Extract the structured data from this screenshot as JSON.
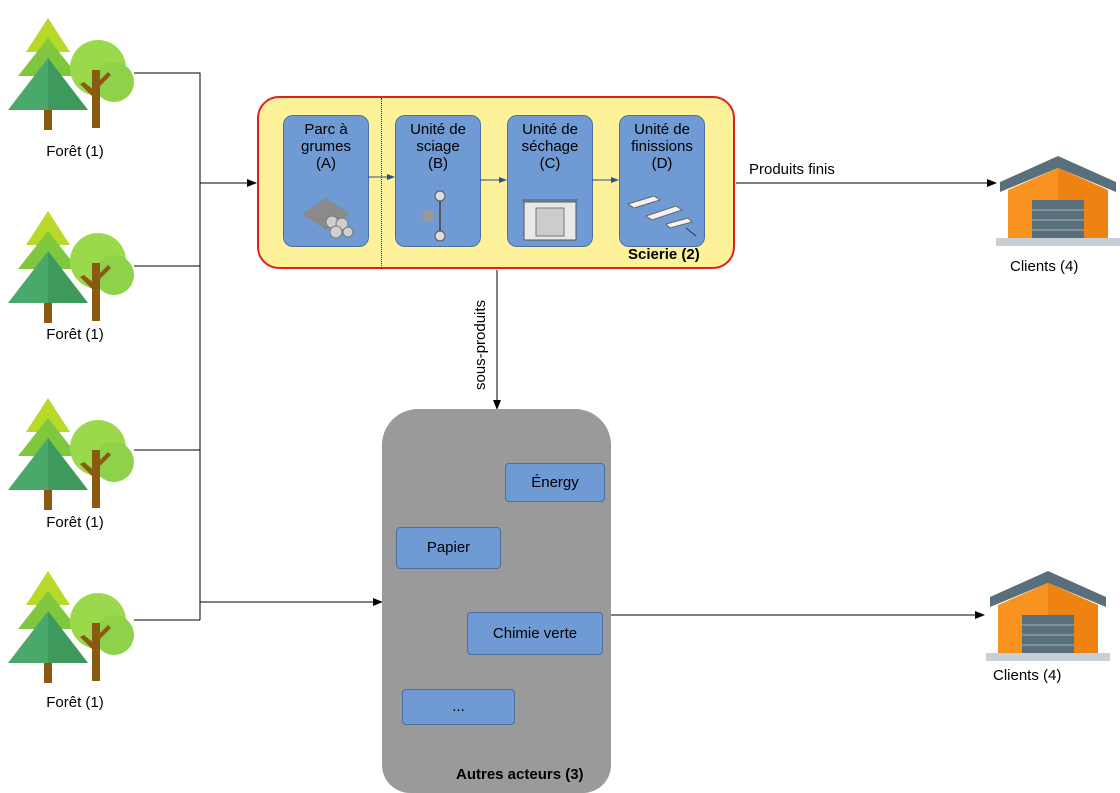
{
  "forests": [
    {
      "label": "Forêt (1)"
    },
    {
      "label": "Forêt (1)"
    },
    {
      "label": "Forêt (1)"
    },
    {
      "label": "Forêt (1)"
    }
  ],
  "sawmill": {
    "title": "Scierie (2)",
    "stages": [
      {
        "lines": [
          "Parc à",
          "grumes",
          "(A)"
        ],
        "icon": "logs-icon"
      },
      {
        "lines": [
          "Unité de",
          "sciage",
          "(B)"
        ],
        "icon": "saw-icon"
      },
      {
        "lines": [
          "Unité de",
          "séchage",
          "(C)"
        ],
        "icon": "dryer-icon"
      },
      {
        "lines": [
          "Unité de",
          "finissions",
          "(D)"
        ],
        "icon": "planks-icon"
      }
    ]
  },
  "edges": {
    "finished_products": "Produits finis",
    "by_products": "sous-produits"
  },
  "other_actors": {
    "title": "Autres acteurs (3)",
    "items": [
      "Énergy",
      "Papier",
      "Chimie verte",
      "..."
    ]
  },
  "clients": [
    {
      "label": "Clients (4)"
    },
    {
      "label": "Clients (4)"
    }
  ],
  "colors": {
    "sawmill_fill": "#fdf29a",
    "sawmill_border": "#e02020",
    "stage_fill": "#6f9ad3",
    "actors_fill": "#9a9a9a",
    "warehouse_orange": "#f7931e",
    "warehouse_roof": "#5a6f7c"
  }
}
